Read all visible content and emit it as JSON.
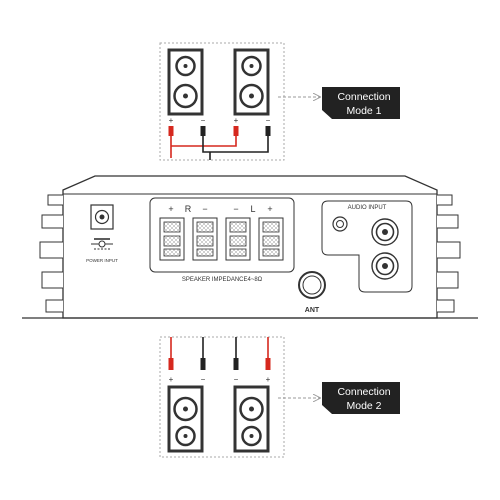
{
  "mode1": {
    "label_line1": "Connection",
    "label_line2": "Mode 1",
    "polarity": [
      "+",
      "−",
      "+",
      "−"
    ]
  },
  "mode2": {
    "label_line1": "Connection",
    "label_line2": "Mode 2",
    "polarity": [
      "+",
      "−",
      "−",
      "+"
    ]
  },
  "amplifier": {
    "power_input_label": "POWER INPUT",
    "audio_input_label": "AUDIO INPUT",
    "ant_label": "ANT",
    "speaker_impedance_label": "SPEAKER IMPEDANCE4~8Ω",
    "terminal_markers": [
      "+",
      "R",
      "−",
      "−",
      "L",
      "+"
    ]
  },
  "colors": {
    "line": "#333333",
    "red_wire": "#d6281e",
    "black_wire": "#222222",
    "arrow": "#9a9a9a",
    "label_bg": "#222222",
    "label_text": "#ffffff"
  }
}
